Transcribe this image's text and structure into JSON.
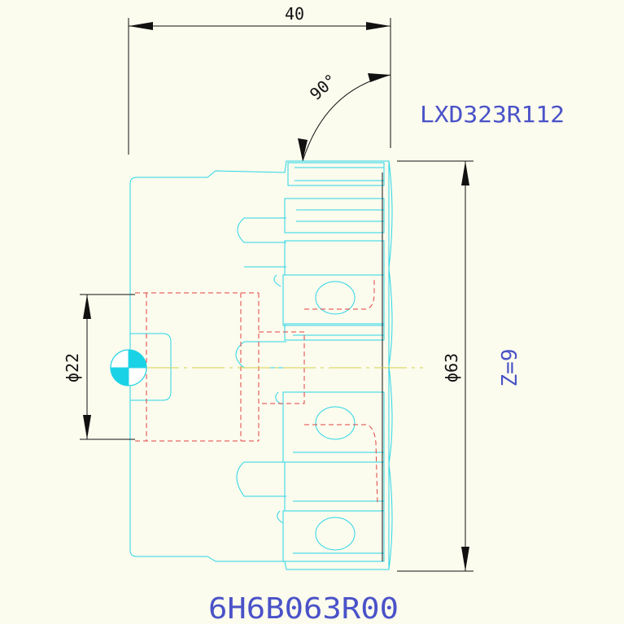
{
  "dimensions": {
    "width_label": "40",
    "angle_label": "90°",
    "bore_label": "ϕ22",
    "diameter_label": "ϕ63"
  },
  "labels": {
    "insert_code": "LXD323R112",
    "teeth_count": "Z=9",
    "cutter_code": "6H6B063R00"
  },
  "colors": {
    "outline": "#2ad6e6",
    "dimension": "#111111",
    "hidden": "#e34040",
    "label": "#4a52c8",
    "centerline": "#d6d14a"
  }
}
